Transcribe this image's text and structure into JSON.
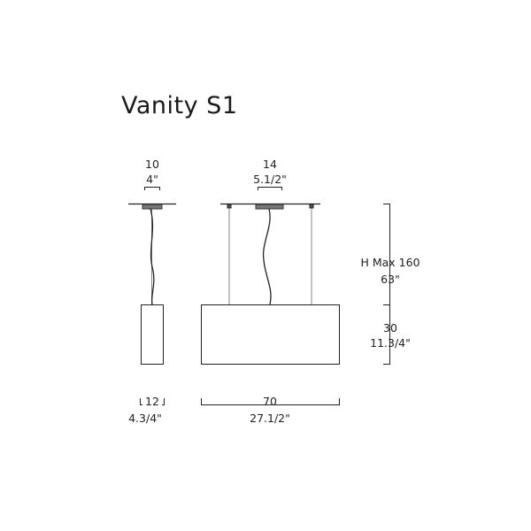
{
  "title": "Vanity S1",
  "dimensions": {
    "side_canopy_cm": "10",
    "side_canopy_in": "4\"",
    "front_canopy_cm": "14",
    "front_canopy_in": "5.1/2\"",
    "height_max_cm": "H Max 160",
    "height_max_in": "63\"",
    "shade_height_cm": "30",
    "shade_height_in": "11.3/4\"",
    "side_width_cm": "12",
    "side_width_in": "4.3/4\"",
    "front_width_cm": "70",
    "front_width_in": "27.1/2\""
  }
}
